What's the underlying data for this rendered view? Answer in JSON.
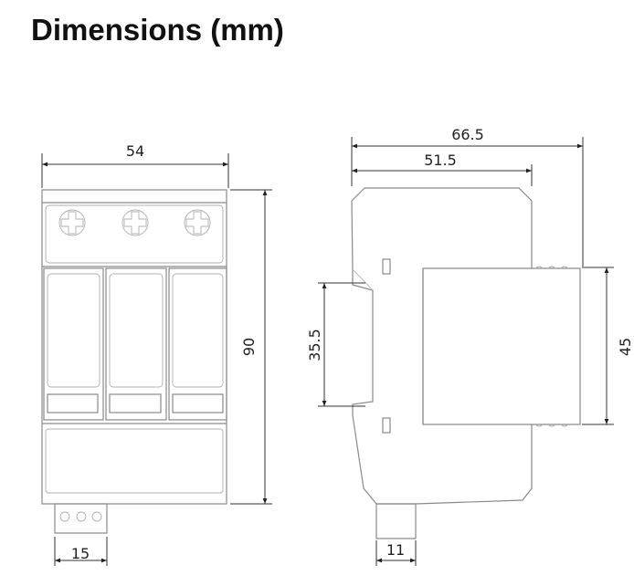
{
  "title": "Dimensions (mm)",
  "front_view": {
    "width_label": "54",
    "height_label": "90",
    "connector_width_label": "15"
  },
  "side_view": {
    "total_depth_label": "66.5",
    "body_depth_label": "51.5",
    "din_rail_label": "35.5",
    "front_height_label": "45",
    "foot_width_label": "11"
  },
  "colors": {
    "outline": "#8a8a8a",
    "dimension": "#333333"
  }
}
